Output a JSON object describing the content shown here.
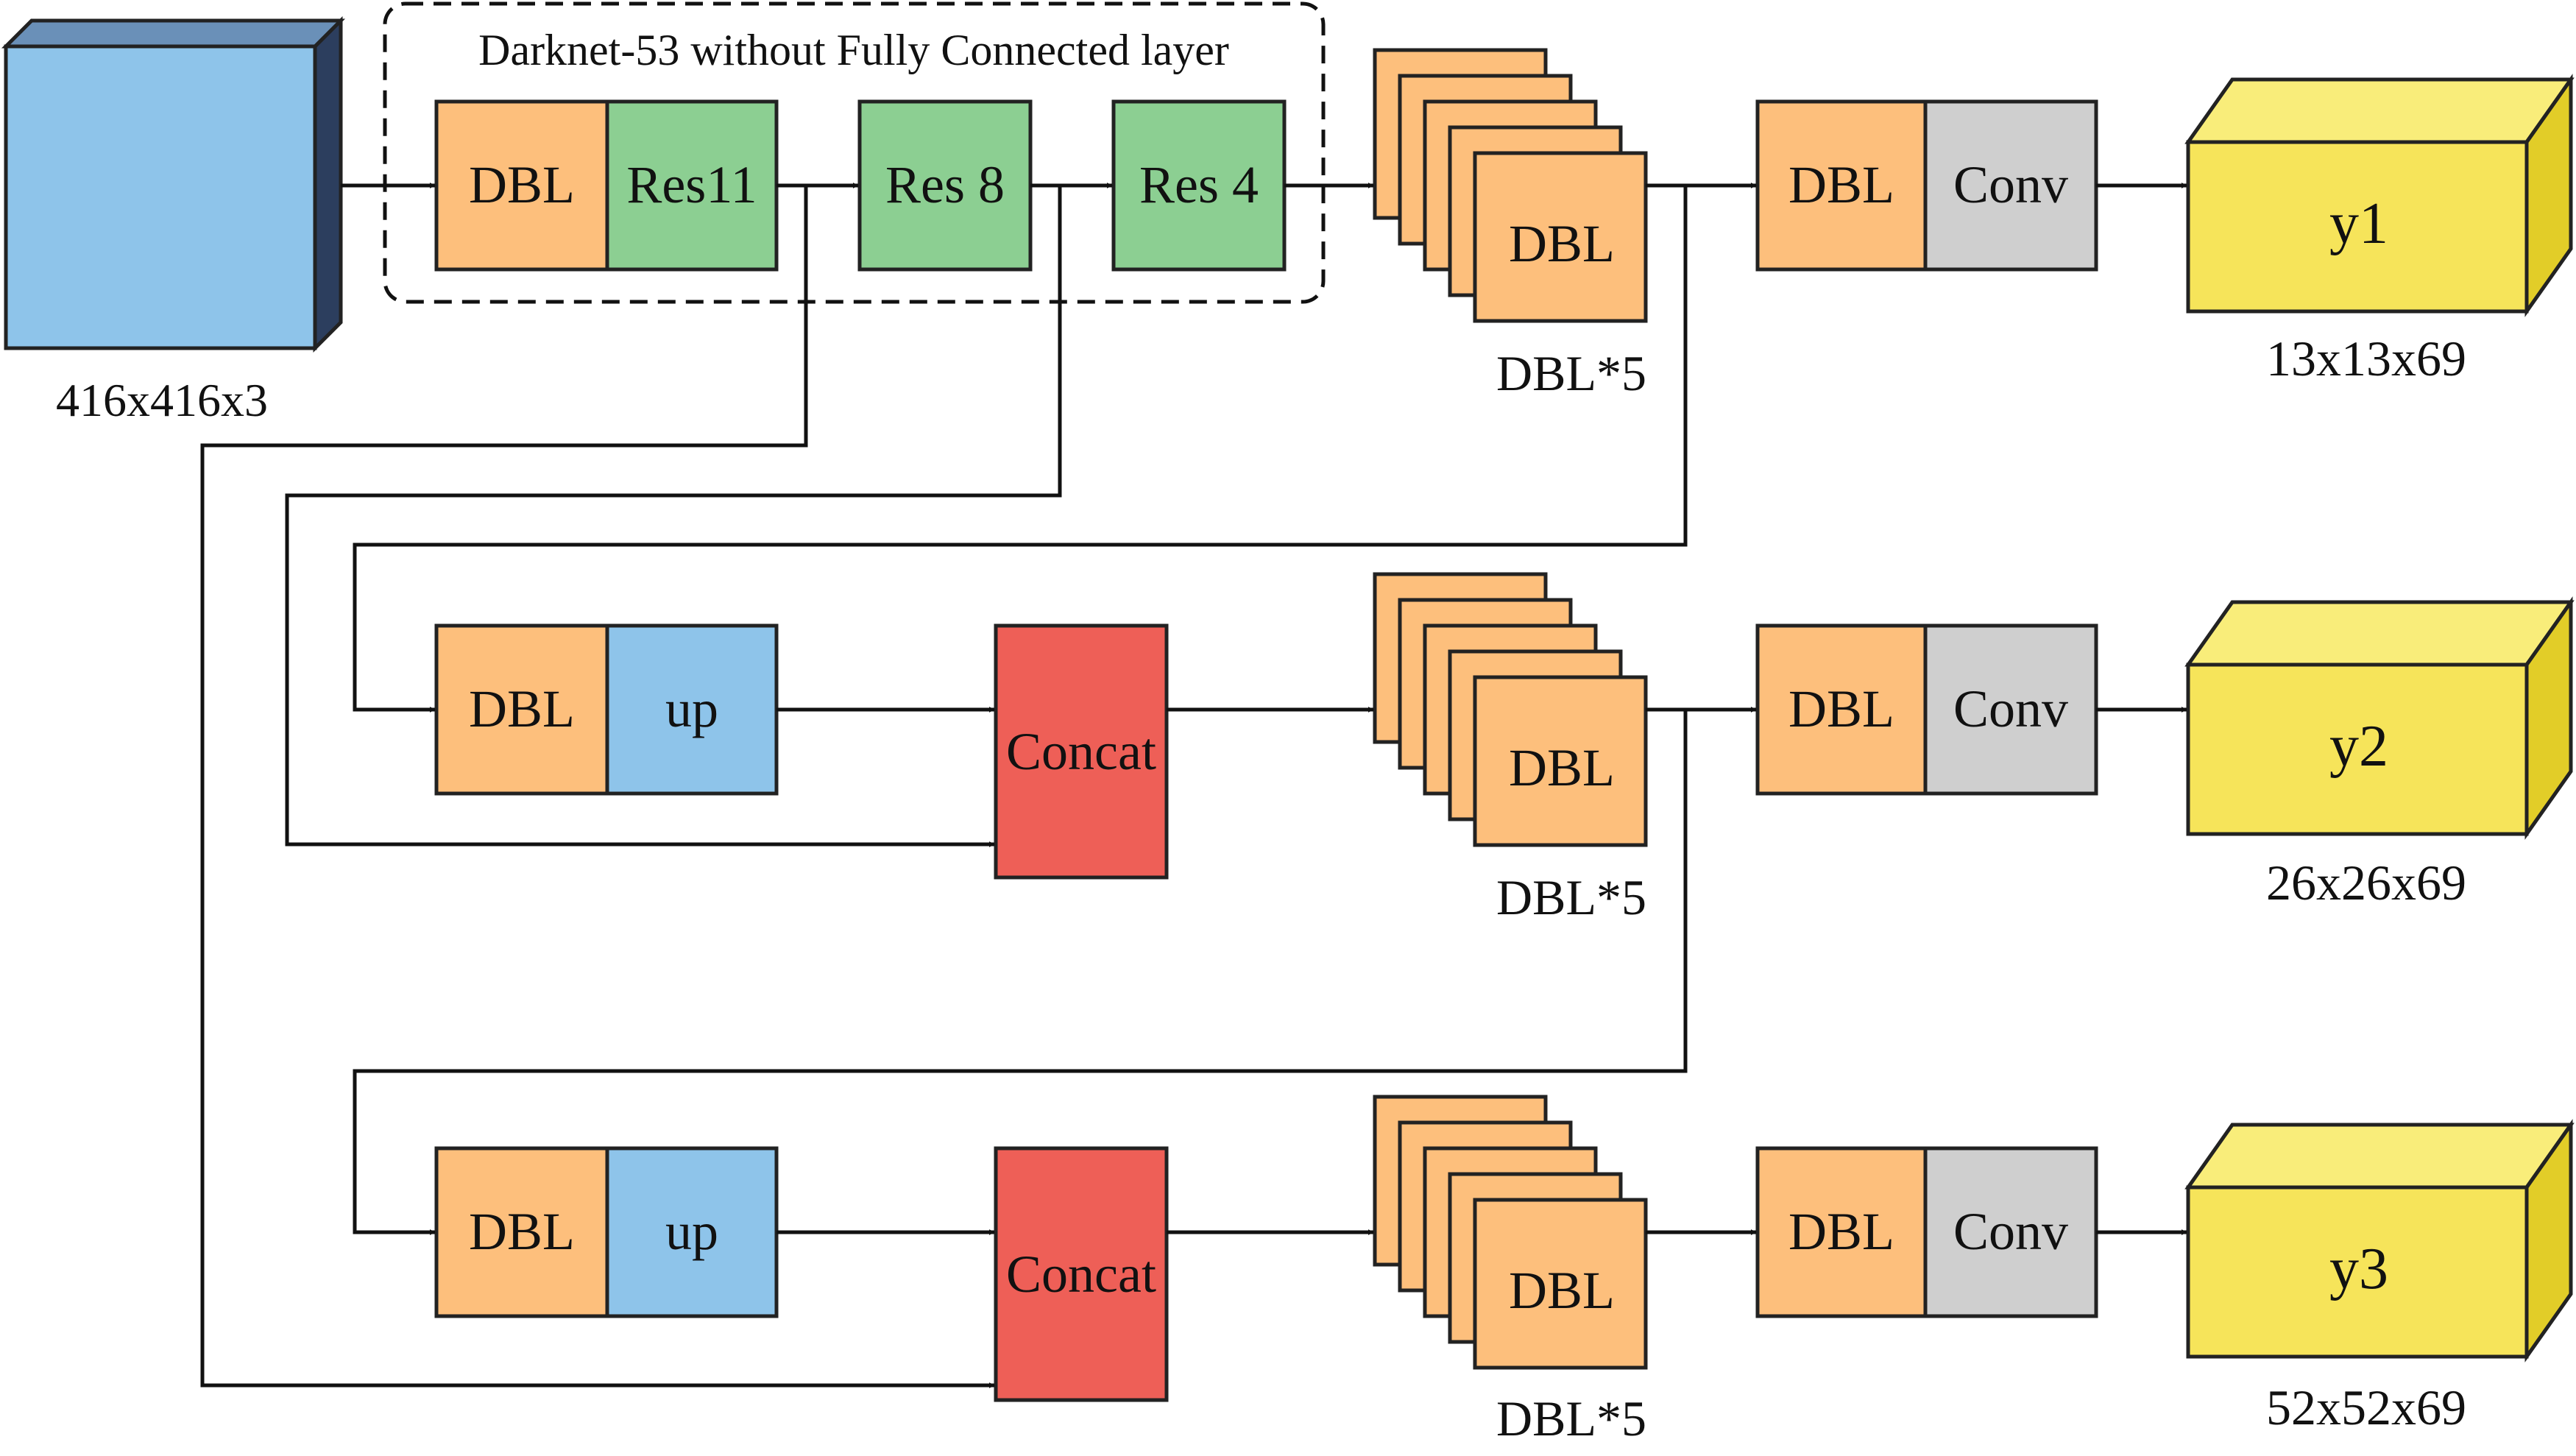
{
  "backbone": {
    "title": "Darknet-53 without Fully Connected layer"
  },
  "input": {
    "size": "416x416x3"
  },
  "labels": {
    "dbl": "DBL",
    "res11": "Res11",
    "res8": "Res 8",
    "res4": "Res 4",
    "up": "up",
    "concat": "Concat",
    "conv": "Conv",
    "dbl5": "DBL*5"
  },
  "outputs": [
    {
      "name": "y1",
      "size": "13x13x69"
    },
    {
      "name": "y2",
      "size": "26x26x69"
    },
    {
      "name": "y3",
      "size": "52x52x69"
    }
  ],
  "colors": {
    "input_front": "#8ec4ea",
    "input_side": "#2c3e5e",
    "dbl": "#fdbf7c",
    "res": "#8ccf92",
    "up": "#8ec4ea",
    "concat": "#ee5f57",
    "conv": "#cfcfcf",
    "output": "#f6e45a",
    "output_top": "#f9ed7a",
    "output_side": "#e2cd28"
  }
}
